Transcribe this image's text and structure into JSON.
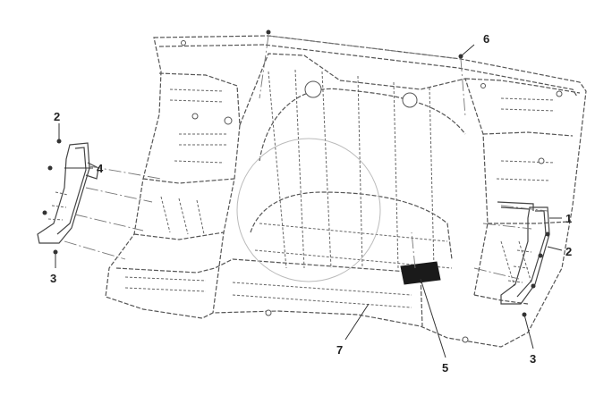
{
  "callouts": [
    {
      "id": "c1",
      "label": "1"
    },
    {
      "id": "c2a",
      "label": "2"
    },
    {
      "id": "c2b",
      "label": "2"
    },
    {
      "id": "c3a",
      "label": "3"
    },
    {
      "id": "c3b",
      "label": "3"
    },
    {
      "id": "c4",
      "label": "4"
    },
    {
      "id": "c5",
      "label": "5"
    },
    {
      "id": "c6",
      "label": "6"
    },
    {
      "id": "c7",
      "label": "7"
    }
  ],
  "colors": {
    "line": "#555555",
    "label": "#222222",
    "pad": "#1a1a1a",
    "background": "#ffffff"
  }
}
